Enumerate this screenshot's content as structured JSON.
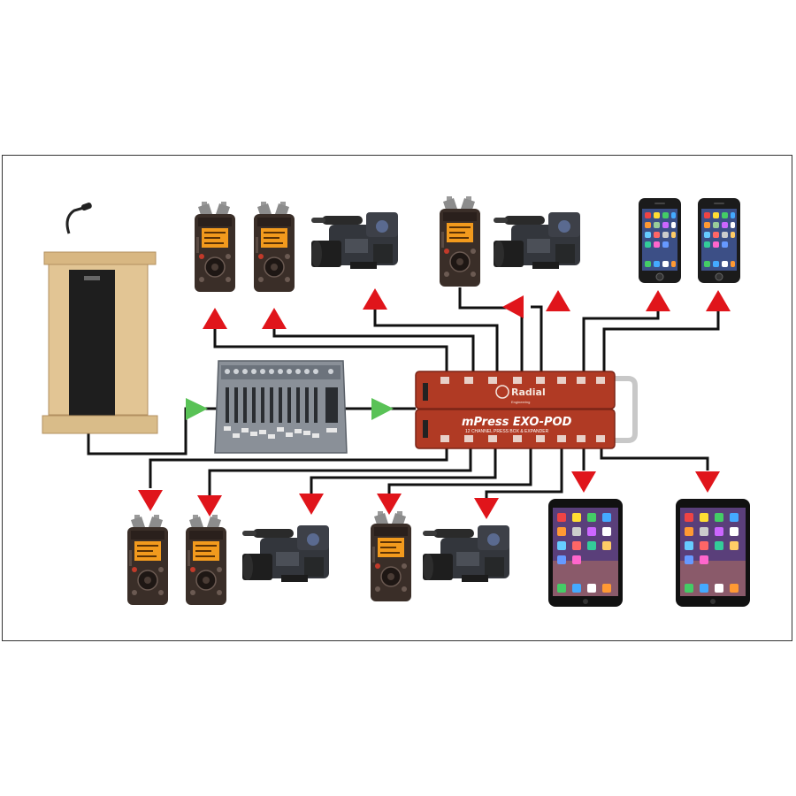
{
  "diagram": {
    "unit": {
      "brand_logo": "Radial",
      "brand_tagline": "Engineering",
      "product_name": "mPress EXO-POD",
      "product_subtitle": "12 CHANNEL PRESS BOX & EXPANDER",
      "body_color": "#b03a24",
      "handle_color": "#c8c8c8"
    },
    "colors": {
      "output_arrow": "#e0151b",
      "input_arrow": "#59c256",
      "cable": "#111111"
    },
    "icons": {
      "recorder": "tascam-recorder-icon",
      "camera": "video-camera-icon",
      "phone": "smartphone-icon",
      "tablet": "tablet-icon",
      "podium": "podium-icon",
      "mixer": "audio-mixer-icon"
    }
  }
}
